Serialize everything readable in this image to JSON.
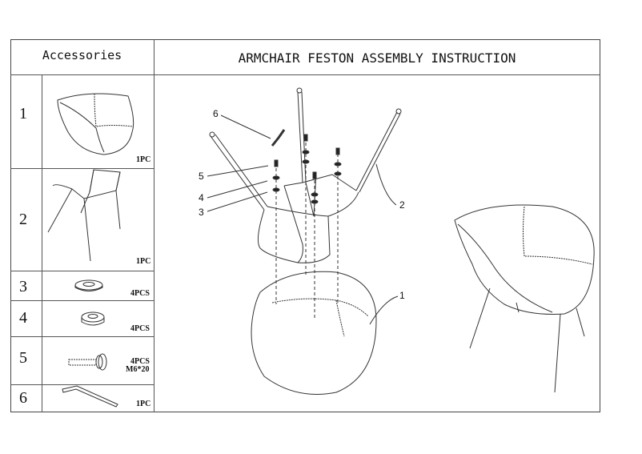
{
  "header": {
    "accessories_title": "Accessories",
    "main_title": "ARMCHAIR FESTON ASSEMBLY INSTRUCTION"
  },
  "parts": [
    {
      "number": "1",
      "quantity": "1PC",
      "icon": "chair-seat-shell"
    },
    {
      "number": "2",
      "quantity": "1PC",
      "icon": "metal-frame"
    },
    {
      "number": "3",
      "quantity": "4PCS",
      "icon": "flat-washer"
    },
    {
      "number": "4",
      "quantity": "4PCS",
      "icon": "spring-washer"
    },
    {
      "number": "5",
      "quantity": "4PCS",
      "spec": "M6*20",
      "icon": "bolt"
    },
    {
      "number": "6",
      "quantity": "1PC",
      "icon": "allen-key"
    }
  ],
  "diagram_labels": {
    "l6": "6",
    "l5": "5",
    "l4": "4",
    "l3": "3",
    "l2": "2",
    "l1": "1"
  }
}
